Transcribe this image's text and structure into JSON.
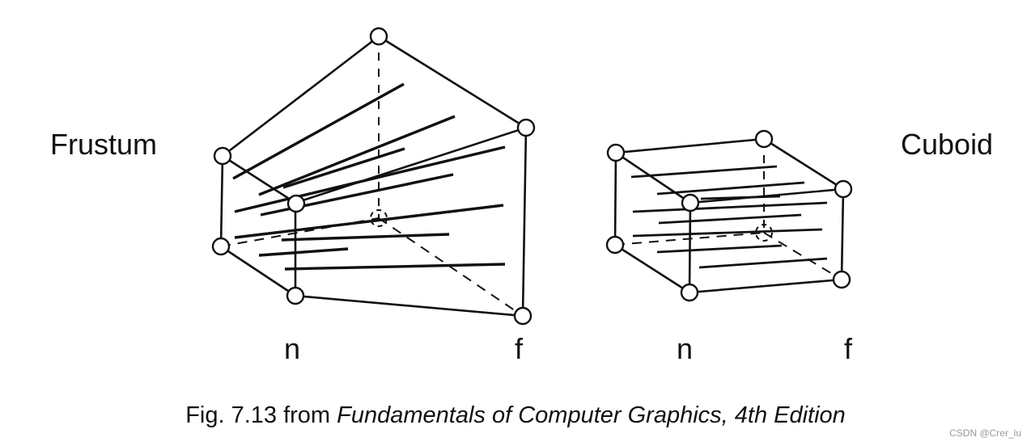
{
  "labels": {
    "frustum": "Frustum",
    "cuboid": "Cuboid",
    "frustum_near": "n",
    "frustum_far": "f",
    "cuboid_near": "n",
    "cuboid_far": "f"
  },
  "caption": {
    "prefix": "Fig. 7.13 from ",
    "title": "Fundamentals of Computer Graphics, 4th Edition"
  },
  "watermark": "CSDN @Crer_lu"
}
